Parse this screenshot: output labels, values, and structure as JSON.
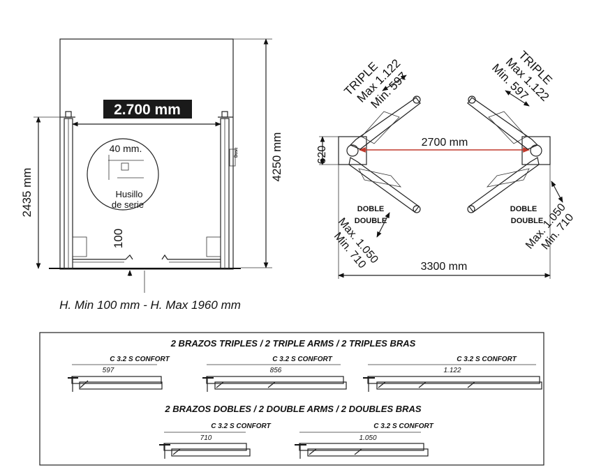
{
  "front_view": {
    "width_label": "2.700 mm",
    "height_label": "4250 mm",
    "column_height_label": "2435 mm",
    "pad_height_label": "100",
    "detail": {
      "offset_label": "40 mm.",
      "line1": "Husillo",
      "line2": "de serie"
    },
    "column_brand": "Dosc",
    "height_range": "H. Min 100 mm - H. Max 1960 mm"
  },
  "top_view": {
    "triple_left": {
      "title": "TRIPLE",
      "max": "Max 1.122",
      "min": "Min. 597"
    },
    "triple_right": {
      "title": "TRIPLE",
      "max": "Max 1.122",
      "min": "Min. 597"
    },
    "double_left": {
      "line1": "DOBLE",
      "line2": "DOUBLE",
      "max": "Max. 1.050",
      "min": "Min. 710"
    },
    "double_right": {
      "line1": "DOBLE",
      "line2": "DOUBLE",
      "max": "Max. 1.050",
      "min": "Min. 710"
    },
    "column_distance": "2700 mm",
    "base_depth": "620",
    "total_width": "3300 mm",
    "accent_color": "#c0392b"
  },
  "arms_panel": {
    "triple_title": "2 BRAZOS TRIPLES / 2 TRIPLE ARMS / 2 TRIPLES BRAS",
    "double_title": "2 BRAZOS DOBLES / 2 DOUBLE ARMS / 2 DOUBLES BRAS",
    "triple_arms": [
      {
        "model": "C 3.2 S CONFORT",
        "length": "597"
      },
      {
        "model": "C 3.2 S CONFORT",
        "length": "856"
      },
      {
        "model": "C 3.2 S CONFORT",
        "length": "1.122"
      }
    ],
    "double_arms": [
      {
        "model": "C 3.2 S CONFORT",
        "length": "710"
      },
      {
        "model": "C 3.2 S CONFORT",
        "length": "1.050"
      }
    ]
  }
}
